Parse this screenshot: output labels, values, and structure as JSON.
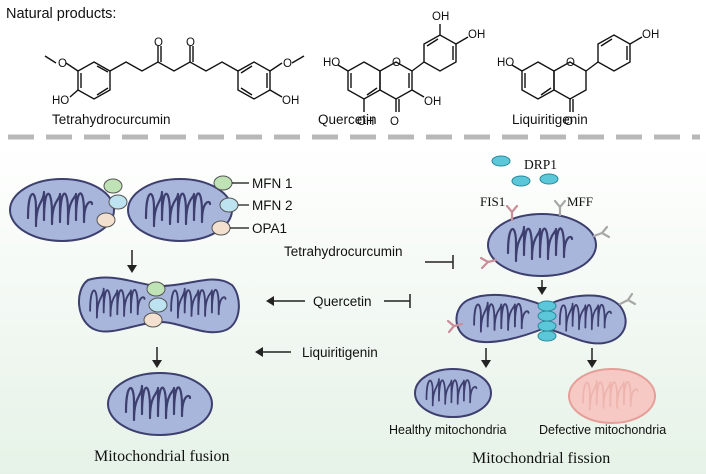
{
  "header": {
    "title": "Natural products:"
  },
  "compounds": [
    {
      "name": "Tetrahydrocurcumin"
    },
    {
      "name": "Quercetin"
    },
    {
      "name": "Liquiritigenin"
    }
  ],
  "atom_labels": {
    "oxygen": "O",
    "hydroxyl_left": "HO",
    "hydroxyl_right": "OH"
  },
  "fusion": {
    "proteins": [
      "MFN 1",
      "MFN 2",
      "OPA1"
    ],
    "caption": "Mitochondrial fusion"
  },
  "fission": {
    "drp1": "DRP1",
    "fis1": "FIS1",
    "mff": "MFF",
    "outcomes": [
      "Healthy mitochondria",
      "Defective mitochondria"
    ],
    "caption": "Mitochondrial fission"
  },
  "effects": [
    {
      "compound": "Tetrahydrocurcumin",
      "effect": "inhibits fission"
    },
    {
      "compound": "Quercetin",
      "effect": "promotes fusion, inhibits fission"
    },
    {
      "compound": "Liquiritigenin",
      "effect": "promotes fusion"
    }
  ],
  "colors": {
    "mito_fill": "#a9b6dc",
    "mito_stroke": "#3d3f6e",
    "mfn1": "#bfe3b5",
    "mfn2": "#bde3f0",
    "opa1": "#f3e0ce",
    "drp1": "#5cc7d9",
    "receptor": "#c98e9a",
    "defective_fill": "#f6c9c4",
    "defective_stroke": "#e59e98",
    "background_gradient_end": "#e9f3ea"
  }
}
